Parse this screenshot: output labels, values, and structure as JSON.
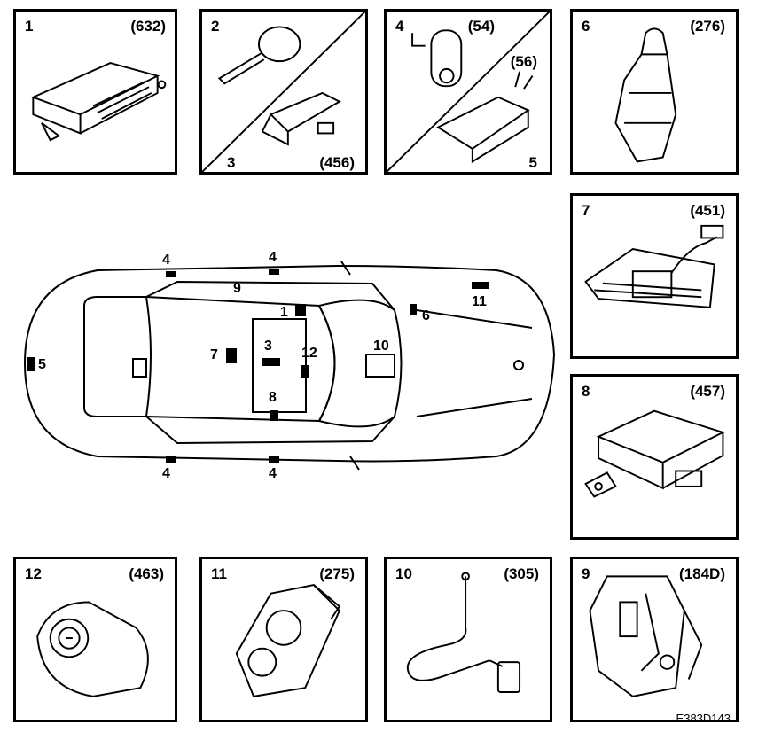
{
  "panels": {
    "p1": {
      "num": "1",
      "code": "(632)",
      "icon": "control-module"
    },
    "p2": {
      "num": "2",
      "num2": "3",
      "code": "(456)",
      "icon": "key-and-receiver"
    },
    "p4": {
      "num": "4",
      "num2": "5",
      "code": "(54)",
      "code2": "(56)",
      "icon": "switch-and-lock"
    },
    "p6": {
      "num": "6",
      "code": "(276)",
      "icon": "gear-lever-switch"
    },
    "p7": {
      "num": "7",
      "code": "(451)",
      "icon": "interior-light-sensor"
    },
    "p8": {
      "num": "8",
      "code": "(457)",
      "icon": "alarm-module"
    },
    "p12": {
      "num": "12",
      "code": "(463)",
      "icon": "ignition-switch"
    },
    "p11": {
      "num": "11",
      "code": "(275)",
      "icon": "hood-switch"
    },
    "p10": {
      "num": "10",
      "code": "(305)",
      "icon": "antenna-cable"
    },
    "p9": {
      "num": "9",
      "code": "(184D)",
      "icon": "door-lock-actuator"
    }
  },
  "car": {
    "callouts": {
      "c4a": "4",
      "c4b": "4",
      "c4c": "4",
      "c4d": "4",
      "c9": "9",
      "c1": "1",
      "c11": "11",
      "c6": "6",
      "c3": "3",
      "c7": "7",
      "c12": "12",
      "c10": "10",
      "c5": "5",
      "c8": "8"
    }
  },
  "reference": "E383D143"
}
